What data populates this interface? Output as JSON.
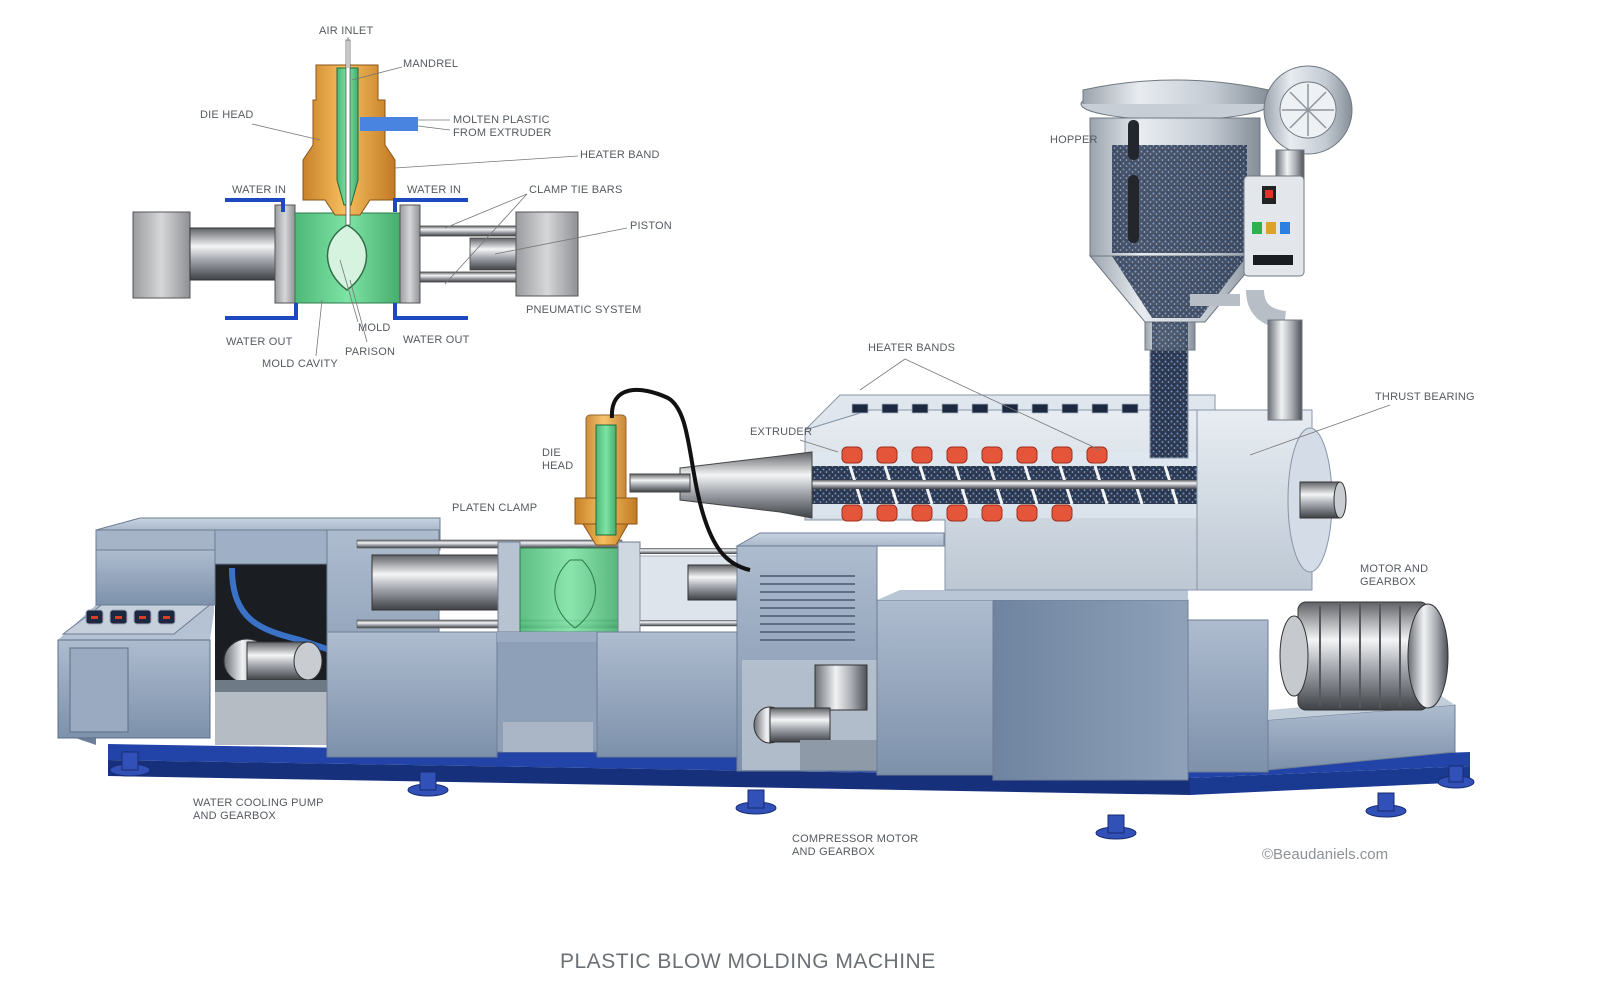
{
  "title": "PLASTIC BLOW MOLDING MACHINE",
  "credit": "©Beaudaniels.com",
  "inset_labels": {
    "air_inlet": "AIR INLET",
    "mandrel": "MANDREL",
    "die_head": "DIE HEAD",
    "molten_plastic": "MOLTEN PLASTIC\nFROM EXTRUDER",
    "heater_band": "HEATER BAND",
    "water_in_left": "WATER IN",
    "water_in_right": "WATER IN",
    "clamp_tie_bars": "CLAMP TIE BARS",
    "piston": "PISTON",
    "pneumatic_system": "PNEUMATIC SYSTEM",
    "water_out_left": "WATER OUT",
    "water_out_right": "WATER OUT",
    "mold": "MOLD",
    "parison": "PARISON",
    "mold_cavity": "MOLD CAVITY"
  },
  "machine_labels": {
    "hopper": "HOPPER",
    "heater_bands": "HEATER BANDS",
    "thrust_bearing": "THRUST BEARING",
    "extruder": "EXTRUDER",
    "die_head": "DIE\nHEAD",
    "platen_clamp": "PLATEN CLAMP",
    "motor_gearbox": "MOTOR AND\nGEARBOX",
    "water_pump": "WATER COOLING PUMP\nAND GEARBOX",
    "compressor": "COMPRESSOR MOTOR\nAND GEARBOX"
  },
  "colors": {
    "machine_body": "#8fa3bc",
    "machine_base": "#2244a8",
    "mold_green": "#5cc98a",
    "die_orange": "#e6a23a",
    "heater_red": "#e4553a",
    "label_gray": "#555a60"
  }
}
